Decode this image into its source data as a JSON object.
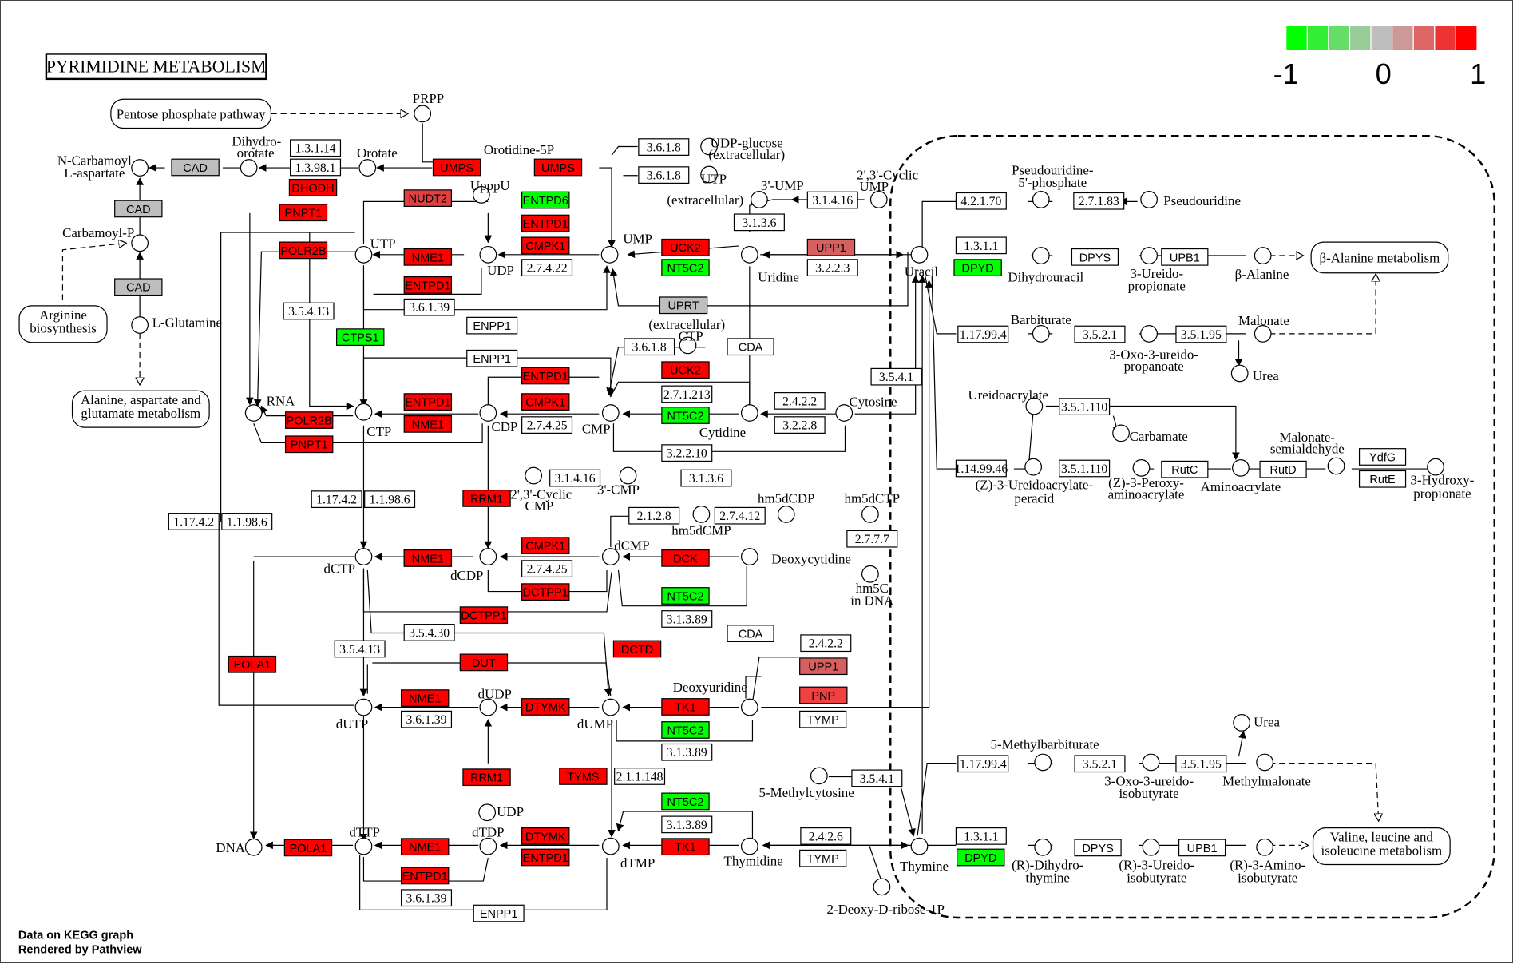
{
  "title": "PYRIMIDINE METABOLISM",
  "legend": {
    "colors": [
      "#00ff00",
      "#33ee33",
      "#66dd66",
      "#99cc99",
      "#bebebe",
      "#cc9999",
      "#dd6666",
      "#ee3333",
      "#ff0000"
    ],
    "labels": [
      "-1",
      "0",
      "1"
    ]
  },
  "footer": [
    "Data on KEGG graph",
    "Rendered by Pathview"
  ],
  "pathways": [
    {
      "label": "Pentose phosphate pathway"
    },
    {
      "label": "Arginine biosynthesis"
    },
    {
      "label": "Alanine, aspartate and glutamate metabolism"
    },
    {
      "label": "β-Alanine metabolism"
    },
    {
      "label": "Valine, leucine and isoleucine metabolism"
    }
  ],
  "genes": [
    {
      "label": "CAD",
      "c": "#bebebe"
    },
    {
      "label": "CAD",
      "c": "#bebebe"
    },
    {
      "label": "CAD",
      "c": "#bebebe"
    },
    {
      "label": "DHODH",
      "c": "#ff0000"
    },
    {
      "label": "UMPS",
      "c": "#ff0000"
    },
    {
      "label": "UMPS",
      "c": "#ff0000"
    },
    {
      "label": "NUDT2",
      "c": "#e04040"
    },
    {
      "label": "PNPT1",
      "c": "#ff0000"
    },
    {
      "label": "ENTPD6",
      "c": "#00ff00"
    },
    {
      "label": "ENTPD1",
      "c": "#ff0000"
    },
    {
      "label": "CMPK1",
      "c": "#ff0000"
    },
    {
      "label": "POLR2B",
      "c": "#ff0000"
    },
    {
      "label": "NME1",
      "c": "#ff0000"
    },
    {
      "label": "ENTPD1",
      "c": "#ff0000"
    },
    {
      "label": "UCK2",
      "c": "#ff0000"
    },
    {
      "label": "NT5C2",
      "c": "#00ff00"
    },
    {
      "label": "UPP1",
      "c": "#d66060"
    },
    {
      "label": "DPYD",
      "c": "#00ff00"
    },
    {
      "label": "UPRT",
      "c": "#bebebe"
    },
    {
      "label": "CTPS1",
      "c": "#00ff00"
    },
    {
      "label": "ENTPD1",
      "c": "#ff0000"
    },
    {
      "label": "CMPK1",
      "c": "#ff0000"
    },
    {
      "label": "UCK2",
      "c": "#ff0000"
    },
    {
      "label": "ENTPD1",
      "c": "#ff0000"
    },
    {
      "label": "NME1",
      "c": "#ff0000"
    },
    {
      "label": "POLR2B",
      "c": "#ff0000"
    },
    {
      "label": "PNPT1",
      "c": "#ff0000"
    },
    {
      "label": "NT5C2",
      "c": "#00ff00"
    },
    {
      "label": "RRM1",
      "c": "#ff0000"
    },
    {
      "label": "NME1",
      "c": "#ff0000"
    },
    {
      "label": "CMPK1",
      "c": "#ff0000"
    },
    {
      "label": "DCTPP1",
      "c": "#ff0000"
    },
    {
      "label": "DCK",
      "c": "#ff0000"
    },
    {
      "label": "NT5C2",
      "c": "#00ff00"
    },
    {
      "label": "DCTPP1",
      "c": "#ff0000"
    },
    {
      "label": "NME1",
      "c": "#ff0000"
    },
    {
      "label": "POLA1",
      "c": "#ff0000"
    },
    {
      "label": "DCTD",
      "c": "#ff0000"
    },
    {
      "label": "DUT",
      "c": "#ff0000"
    },
    {
      "label": "UPP1",
      "c": "#d66060"
    },
    {
      "label": "PNP",
      "c": "#f04040"
    },
    {
      "label": "NME1",
      "c": "#ff0000"
    },
    {
      "label": "DTYMK",
      "c": "#ff0000"
    },
    {
      "label": "TK1",
      "c": "#ff0000"
    },
    {
      "label": "NT5C2",
      "c": "#00ff00"
    },
    {
      "label": "RRM1",
      "c": "#ff0000"
    },
    {
      "label": "TYMS",
      "c": "#ff0000"
    },
    {
      "label": "NT5C2",
      "c": "#00ff00"
    },
    {
      "label": "DTYMK",
      "c": "#ff0000"
    },
    {
      "label": "ENTPD1",
      "c": "#ff0000"
    },
    {
      "label": "POLA1",
      "c": "#ff0000"
    },
    {
      "label": "NME1",
      "c": "#ff0000"
    },
    {
      "label": "TK1",
      "c": "#ff0000"
    },
    {
      "label": "ENTPD1",
      "c": "#ff0000"
    },
    {
      "label": "DPYD",
      "c": "#00ff00"
    },
    {
      "label": "NME1",
      "c": "#ff0000"
    },
    {
      "label": "NME1",
      "c": "#ff0000"
    }
  ],
  "enzymes": [
    "1.3.1.14",
    "1.3.98.1",
    "3.6.1.8",
    "3.6.1.8",
    "3.1.4.16",
    "3.1.3.6",
    "3.2.2.3",
    "2.7.4.22",
    "3.6.1.39",
    "3.5.4.13",
    "4.2.1.70",
    "2.7.1.83",
    "1.3.1.1",
    "1.17.99.4",
    "3.5.2.1",
    "3.5.1.95",
    "3.6.1.8",
    "3.5.4.1",
    "2.7.1.213",
    "2.4.2.2",
    "3.2.2.8",
    "2.7.4.25",
    "3.2.2.10",
    "3.5.1.110",
    "3.5.1.110",
    "1.14.99.46",
    "3.1.4.16",
    "3.1.3.6",
    "1.17.4.2",
    "1.1.98.6",
    "1.17.4.2",
    "1.1.98.6",
    "2.1.2.8",
    "2.7.4.12",
    "2.7.7.7",
    "2.7.4.25",
    "3.1.3.89",
    "3.5.4.13",
    "3.5.4.30",
    "2.4.2.2",
    "3.6.1.39",
    "3.1.3.89",
    "2.1.1.148",
    "3.5.4.1",
    "1.17.99.4",
    "3.5.2.1",
    "3.5.1.95",
    "3.1.3.89",
    "2.4.2.6",
    "1.3.1.1",
    "3.6.1.39"
  ],
  "plain_genes": [
    "DPYS",
    "UPB1",
    "ENPP1",
    "ENPP1",
    "CDA",
    "RutC",
    "RutD",
    "YdfG",
    "RutE",
    "CDA",
    "TYMP",
    "TYMP",
    "DPYS",
    "UPB1",
    "ENPP1"
  ],
  "compounds": [
    "PRPP",
    "Dihydro-",
    "orotate",
    "Orotate",
    "Orotidine-5P",
    "N-Carbamoyl",
    "L-aspartate",
    "Carbamoyl-P",
    "L-Glutamine",
    "UpppU",
    "UDP-glucose",
    "(extracellular)",
    "UTP",
    "(extracellular)",
    "3'-UMP",
    "2',3'-Cyclic",
    "UMP",
    "Pseudouridine-",
    "5'-phosphate",
    "Pseudouridine",
    "UTP",
    "UDP",
    "UMP",
    "Uridine",
    "Uracil",
    "Dihydrouracil",
    "3-Ureido-",
    "propionate",
    "β-Alanine",
    "RNA",
    "CTP",
    "(extracellular)",
    "CTP",
    "Barbiturate",
    "Malonate",
    "3-Oxo-3-ureido-",
    "propanoate",
    "Urea",
    "Cytosine",
    "CDP",
    "CMP",
    "Cytidine",
    "Ureidoacrylate",
    "Carbamate",
    "Malonate-",
    "semialdehyde",
    "(Z)-3-Ureidoacrylate-",
    "peracid",
    "(Z)-3-Peroxy-",
    "aminoacrylate",
    "Aminoacrylate",
    "3-Hydroxy-",
    "propionate",
    "2',3'-Cyclic",
    "CMP",
    "3'-CMP",
    "hm5dCDP",
    "hm5dCTP",
    "hm5dCMP",
    "dCTP",
    "dCDP",
    "dCMP",
    "Deoxycytidine",
    "hm5C",
    "in DNA",
    "dUTP",
    "dUDP",
    "dUMP",
    "Deoxyuridine",
    "Urea",
    "5-Methylbarbiturate",
    "3-Oxo-3-ureido-",
    "isobutyrate",
    "Methylmalonate",
    "5-Methylcytosine",
    "UDP",
    "DNA",
    "dTTP",
    "dTDP",
    "dTMP",
    "Thymidine",
    "Thymine",
    "(R)-Dihydro-",
    "thymine",
    "(R)-3-Ureido-",
    "isobutyrate",
    "(R)-3-Amino-",
    "isobutyrate",
    "2-Deoxy-D-ribose-1P"
  ]
}
